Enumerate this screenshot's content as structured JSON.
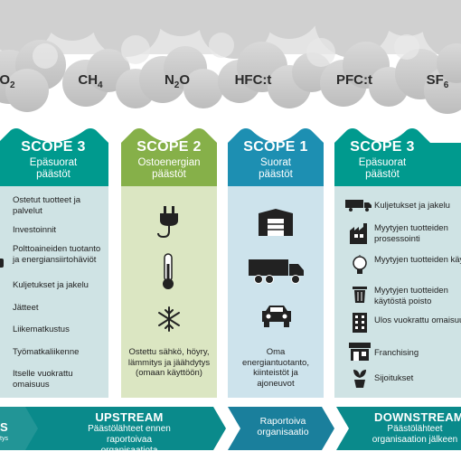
{
  "gases": [
    "O2",
    "CH4",
    "N2O",
    "HFC:t",
    "PFC:t",
    "SF6"
  ],
  "scope3_left": {
    "title": "SCOPE 3",
    "subtitle": "Epäsuorat päästöt",
    "items": [
      "Ostetut tuotteet ja palvelut",
      "Investoinnit",
      "Polttoaineiden tuotanto ja energiansiirtohäviöt",
      "Kuljetukset ja jakelu",
      "Jätteet",
      "Liikematkustus",
      "Työmatkaliikenne",
      "Itselle vuokrattu omaisuus"
    ]
  },
  "scope2": {
    "title": "SCOPE 2",
    "subtitle": "Ostoenergian päästöt",
    "caption": "Ostettu sähkö, höyry, lämmitys ja jäähdytys (omaan käyttöön)",
    "icons": [
      "plug-icon",
      "thermometer-icon",
      "snowflake-icon"
    ]
  },
  "scope1": {
    "title": "SCOPE 1",
    "subtitle": "Suorat päästöt",
    "caption": "Oma energiantuotanto, kiinteistöt ja ajoneuvot",
    "icons": [
      "factory-icon",
      "truck-icon",
      "car-icon"
    ]
  },
  "scope3_right": {
    "title": "SCOPE 3",
    "subtitle": "Epäsuorat päästöt",
    "items": [
      "Kuljetukset ja jakelu",
      "Myytyjen tuotteiden prosessointi",
      "Myytyjen tuotteiden käyttö",
      "Myytyjen tuotteiden käytöstä poisto",
      "Ulos vuokrattu omaisuus",
      "Franchising",
      "Sijoitukset"
    ]
  },
  "arrows": {
    "left_fragment": "S",
    "left_fragment_sub": "tys",
    "upstream_title": "UPSTREAM",
    "upstream_sub": "Päästölähteet ennen raportoivaa organisaatiota",
    "middle": "Raportoiva organisaatio",
    "downstream_title": "DOWNSTREAM",
    "downstream_sub": "Päästölähteet organisaation jälkeen"
  },
  "colors": {
    "scope3": "#009a8e",
    "scope2": "#86b049",
    "scope1": "#1d8fb2",
    "scope3_body": "#cfe3e4",
    "scope2_body": "#dbe6c2",
    "scope1_body": "#cde3ec",
    "arrow": "#0a8a8b",
    "arrow_mid": "#1a7f9c"
  }
}
